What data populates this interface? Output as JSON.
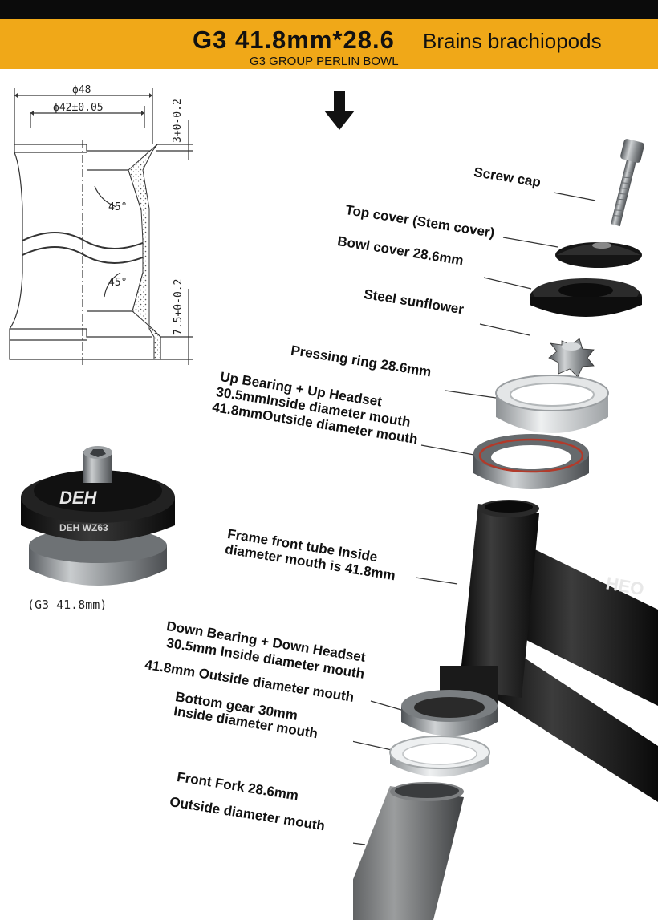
{
  "header": {
    "title": "G3 41.8mm*28.6",
    "subtitle": "Brains brachiopods",
    "group": "G3 GROUP PERLIN BOWL"
  },
  "drawing": {
    "dim_outer": "ϕ48",
    "dim_inner": "ϕ42±0.05",
    "dim_top": "3+0-0.2",
    "dim_bottom": "7.5+0-0.2",
    "angle_top": "45°",
    "angle_bottom": "45°"
  },
  "product": {
    "brand_top": "DEH",
    "brand_side": "DEH WZ63",
    "caption": "(G3 41.8mm)",
    "frame_brand": "HEO"
  },
  "labels": {
    "screw_cap": "Screw cap",
    "top_cover": "Top cover (Stem cover)",
    "bowl_cover": "Bowl cover 28.6mm",
    "steel_sunflower": "Steel sunflower",
    "pressing_ring": "Pressing ring  28.6mm",
    "up_bearing_1": "Up Bearing + Up Headset",
    "up_bearing_2": "30.5mmInside diameter mouth",
    "up_bearing_3": "41.8mmOutside diameter mouth",
    "frame_1": "Frame front tube Inside",
    "frame_2": "diameter mouth is 41.8mm",
    "down_bearing_1": "Down Bearing  + Down  Headset",
    "down_bearing_2": "30.5mm Inside diameter mouth",
    "down_bearing_3": "41.8mm Outside diameter mouth",
    "bottom_gear_1": "Bottom gear  30mm",
    "bottom_gear_2": "Inside diameter mouth",
    "fork_1": "Front Fork   28.6mm",
    "fork_2": "Outside diameter mouth"
  },
  "colors": {
    "banner": "#f0a818",
    "topbar": "#0b0b0b",
    "frame": "#161616",
    "metal": "#a9adb0"
  }
}
